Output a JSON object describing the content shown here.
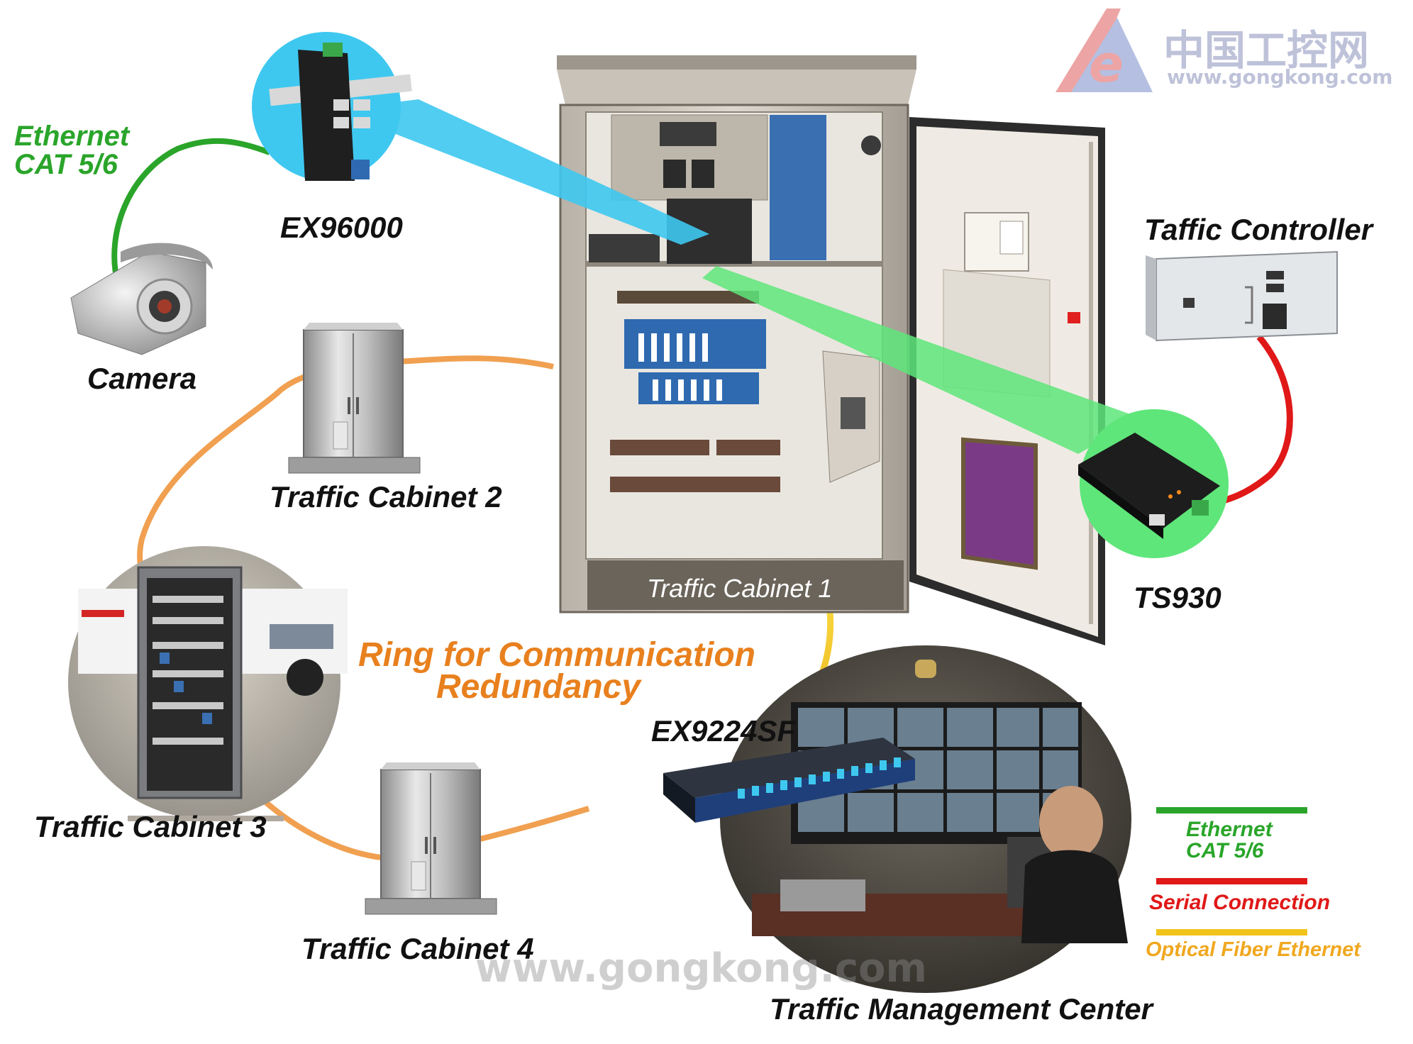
{
  "watermark": {
    "logo_chinese": "中国工控网",
    "logo_url": "www.gongkong.com",
    "bottom": "www.gongkong.com"
  },
  "nodes": {
    "ethernet_label": "Ethernet\nCAT 5/6",
    "ex96000": "EX96000",
    "camera": "Camera",
    "controller": "Taffic Controller",
    "cabinet2": "Traffic Cabinet 2",
    "cabinet1": "Traffic Cabinet 1",
    "ts930": "TS930",
    "cabinet3": "Traffic Cabinet 3",
    "ring_line1": "Ring for Communication",
    "ring_line2": "Redundancy",
    "ex9224sf": "EX9224SF",
    "cabinet4": "Traffic Cabinet 4",
    "tmc": "Traffic Management Center"
  },
  "legend": {
    "ethernet_line1": "Ethernet",
    "ethernet_line2": "CAT 5/6",
    "serial": "Serial Connection",
    "fiber": "Optical Fiber Ethernet"
  },
  "colors": {
    "ethernet": "#2aa52a",
    "serial": "#e01818",
    "fiber": "#f2c31a",
    "ring": "#f0a050",
    "ring_text": "#e8801e",
    "highlight_blue": "#3ec8f0",
    "highlight_green": "#5ee67a"
  }
}
